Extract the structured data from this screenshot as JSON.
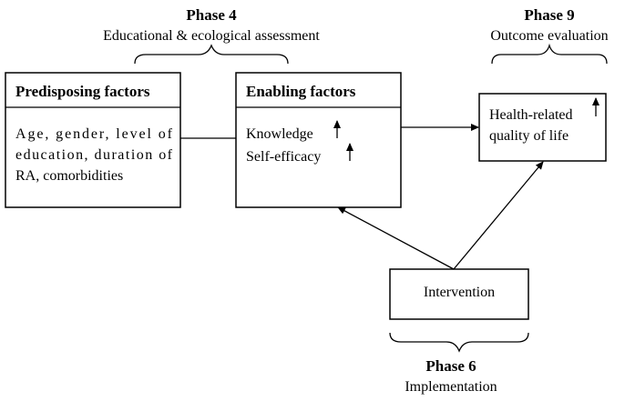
{
  "phases": {
    "phase4": {
      "title": "Phase 4",
      "subtitle": "Educational & ecological assessment"
    },
    "phase9": {
      "title": "Phase 9",
      "subtitle": "Outcome evaluation"
    },
    "phase6": {
      "title": "Phase 6",
      "subtitle": "Implementation"
    }
  },
  "boxes": {
    "predisposing": {
      "header": "Predisposing factors",
      "lines": [
        "Age, gender, level of",
        "education, duration of",
        "RA, comorbidities"
      ]
    },
    "enabling": {
      "header": "Enabling factors",
      "lines": [
        "Knowledge",
        "Self-efficacy"
      ]
    },
    "outcome": {
      "lines": [
        "Health-related",
        "quality of life"
      ]
    },
    "intervention": {
      "label": "Intervention"
    }
  }
}
